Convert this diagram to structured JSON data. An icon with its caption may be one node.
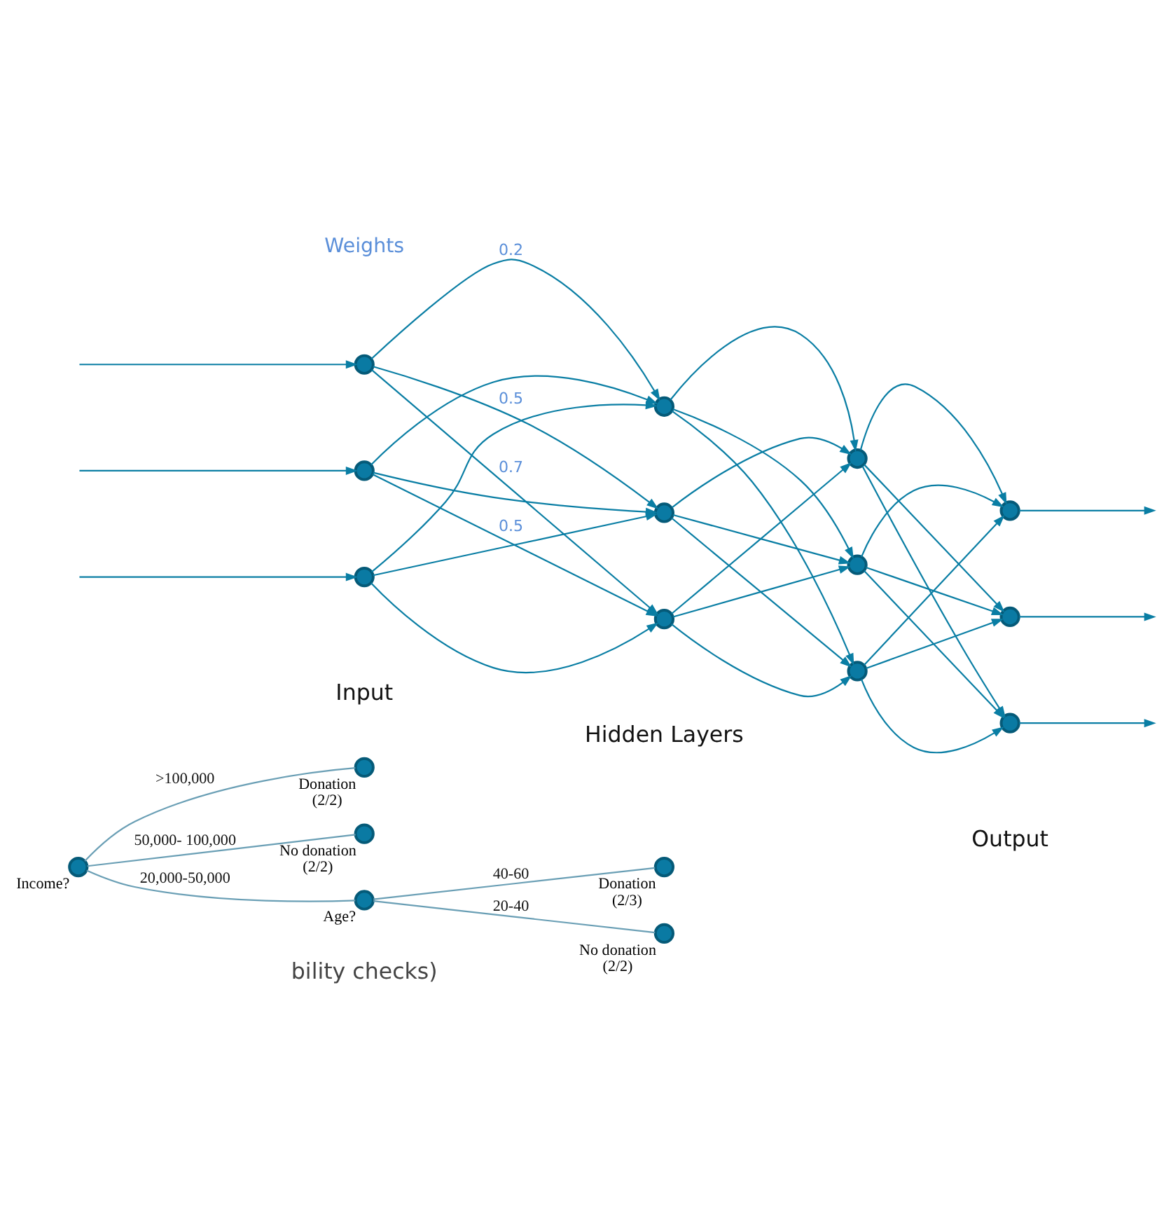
{
  "diagram": {
    "nodes": [
      {
        "text": [],
        "shape": "circle",
        "beside": [
          "Income?"
        ]
      },
      {
        "text": [],
        "shape": "circle",
        "beside": [
          "Donation (2/2)"
        ]
      },
      {
        "text": [],
        "shape": "circle",
        "beside": [
          "No donation (2/2)"
        ]
      },
      {
        "text": [],
        "shape": "circle",
        "beside": [
          "Age?"
        ]
      },
      {
        "text": [],
        "shape": "circle",
        "beside": [
          "Donation (2/3)"
        ]
      },
      {
        "text": [],
        "shape": "circle",
        "beside": [
          "No donation (2/2)"
        ]
      },
      {
        "text": [],
        "shape": "circle"
      },
      {
        "text": [],
        "shape": "circle"
      },
      {
        "text": [],
        "shape": "circle"
      },
      {
        "text": [],
        "shape": "circle"
      },
      {
        "text": [],
        "shape": "circle"
      },
      {
        "text": [],
        "shape": "circle"
      },
      {
        "text": [],
        "shape": "circle"
      },
      {
        "text": [],
        "shape": "circle"
      },
      {
        "text": [],
        "shape": "circle"
      },
      {
        "text": [],
        "shape": "circle"
      },
      {
        "text": [],
        "shape": "circle"
      },
      {
        "text": [],
        "shape": "circle"
      }
    ],
    "edges": [
      {
        "from": 0,
        "to": 1,
        "arrow": "none",
        "label": ">100,000",
        "color": "#6a9fb5"
      },
      {
        "from": 0,
        "to": 2,
        "arrow": "none",
        "label": "50,000- 100,000",
        "color": "#6a9fb5"
      },
      {
        "from": 0,
        "to": 3,
        "arrow": "none",
        "label": "20,000-50,000",
        "color": "#6a9fb5"
      },
      {
        "from": 3,
        "to": 4,
        "arrow": "none",
        "label": "40-60",
        "color": "#6a9fb5"
      },
      {
        "from": 3,
        "to": 5,
        "arrow": "none",
        "label": "20-40",
        "color": "#6a9fb5"
      },
      {
        "from": null,
        "to": 6,
        "arrow": "to"
      },
      {
        "from": null,
        "to": 7,
        "arrow": "to"
      },
      {
        "from": null,
        "to": 8,
        "arrow": "to"
      },
      {
        "from": 6,
        "to": 9,
        "arrow": "to",
        "label": "0.2"
      },
      {
        "from": 6,
        "to": 10,
        "arrow": "to",
        "label": "0.5"
      },
      {
        "from": 6,
        "to": 11,
        "arrow": "to",
        "label": "0.7"
      },
      {
        "from": 7,
        "to": 9,
        "arrow": "to"
      },
      {
        "from": 7,
        "to": 10,
        "arrow": "to"
      },
      {
        "from": 7,
        "to": 11,
        "arrow": "to",
        "label": "0.5"
      },
      {
        "from": 8,
        "to": 9,
        "arrow": "to"
      },
      {
        "from": 8,
        "to": 10,
        "arrow": "to"
      },
      {
        "from": 8,
        "to": 11,
        "arrow": "to"
      },
      {
        "from": 9,
        "to": 12,
        "arrow": "to"
      },
      {
        "from": 9,
        "to": 13,
        "arrow": "to"
      },
      {
        "from": 9,
        "to": 14,
        "arrow": "to"
      },
      {
        "from": 10,
        "to": 12,
        "arrow": "to"
      },
      {
        "from": 10,
        "to": 13,
        "arrow": "to"
      },
      {
        "from": 10,
        "to": 14,
        "arrow": "to"
      },
      {
        "from": 11,
        "to": 12,
        "arrow": "to"
      },
      {
        "from": 11,
        "to": 13,
        "arrow": "to"
      },
      {
        "from": 11,
        "to": 14,
        "arrow": "to"
      },
      {
        "from": 12,
        "to": 15,
        "arrow": "to"
      },
      {
        "from": 12,
        "to": 16,
        "arrow": "to"
      },
      {
        "from": 12,
        "to": 17,
        "arrow": "to"
      },
      {
        "from": 13,
        "to": 15,
        "arrow": "to"
      },
      {
        "from": 13,
        "to": 16,
        "arrow": "to"
      },
      {
        "from": 13,
        "to": 17,
        "arrow": "to"
      },
      {
        "from": 14,
        "to": 15,
        "arrow": "to"
      },
      {
        "from": 14,
        "to": 16,
        "arrow": "to"
      },
      {
        "from": 14,
        "to": 17,
        "arrow": "to"
      },
      {
        "from": 15,
        "to": null,
        "arrow": "to"
      },
      {
        "from": 16,
        "to": null,
        "arrow": "to"
      },
      {
        "from": 17,
        "to": null,
        "arrow": "to"
      }
    ],
    "labels": [
      "bility checks)",
      "Weights",
      "Input",
      "Hidden Layers",
      "Output"
    ]
  }
}
